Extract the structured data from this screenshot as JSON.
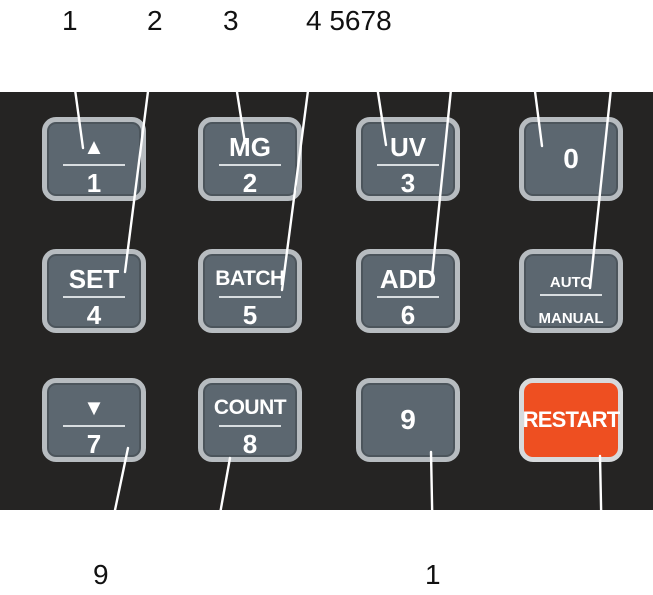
{
  "callouts_top": [
    "1",
    "2",
    "3",
    "4 5678"
  ],
  "callouts_bottom": [
    "9",
    "1"
  ],
  "keys": [
    {
      "top": "▲",
      "bottom": "1"
    },
    {
      "top": "MG",
      "bottom": "2"
    },
    {
      "top": "UV",
      "bottom": "3"
    },
    {
      "label": "0"
    },
    {
      "top": "SET",
      "bottom": "4"
    },
    {
      "top": "BATCH",
      "bottom": "5"
    },
    {
      "top": "ADD",
      "bottom": "6"
    },
    {
      "top": "AUTO",
      "bottom": "MANUAL"
    },
    {
      "top": "▼",
      "bottom": "7"
    },
    {
      "top": "COUNT",
      "bottom": "8"
    },
    {
      "label": "9"
    },
    {
      "label": "RESTART"
    }
  ],
  "colors": {
    "panel": "#252423",
    "key": "#5c6770",
    "key_border": "#b7bcc0",
    "restart": "#ee4f21"
  }
}
